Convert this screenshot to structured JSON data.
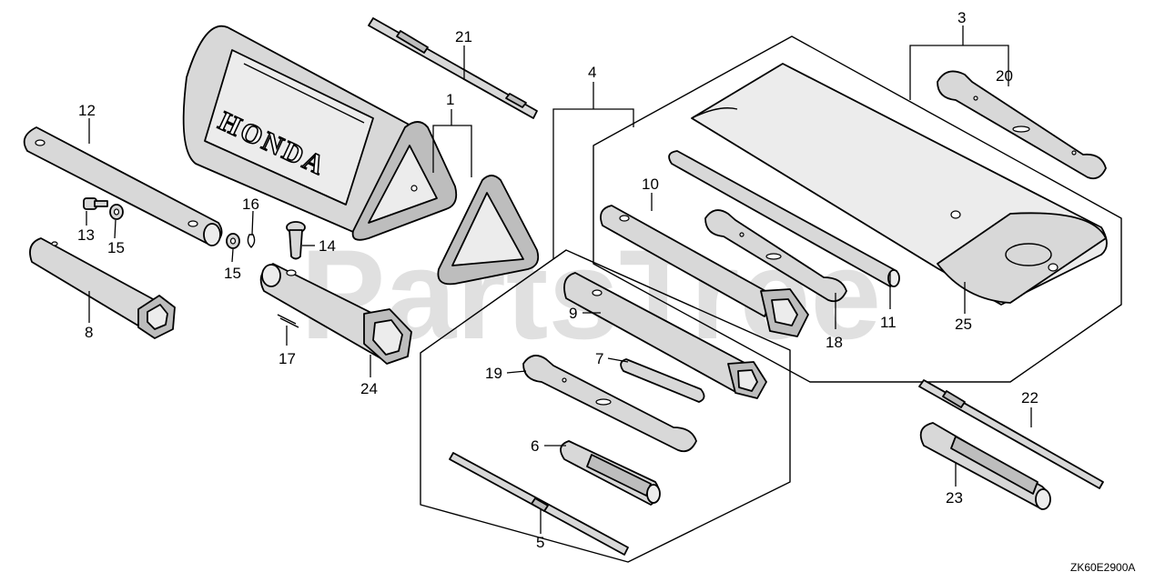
{
  "watermark": "PartsTree",
  "brand": "HONDA",
  "diagram_code": "ZK60E2900A",
  "callouts": {
    "c1": "1",
    "c3": "3",
    "c4": "4",
    "c5": "5",
    "c6": "6",
    "c7": "7",
    "c8": "8",
    "c9": "9",
    "c10": "10",
    "c11": "11",
    "c12": "12",
    "c13": "13",
    "c14": "14",
    "c15a": "15",
    "c15b": "15",
    "c16": "16",
    "c17": "17",
    "c18": "18",
    "c19": "19",
    "c20": "20",
    "c21": "21",
    "c22": "22",
    "c23": "23",
    "c24": "24",
    "c25": "25"
  }
}
